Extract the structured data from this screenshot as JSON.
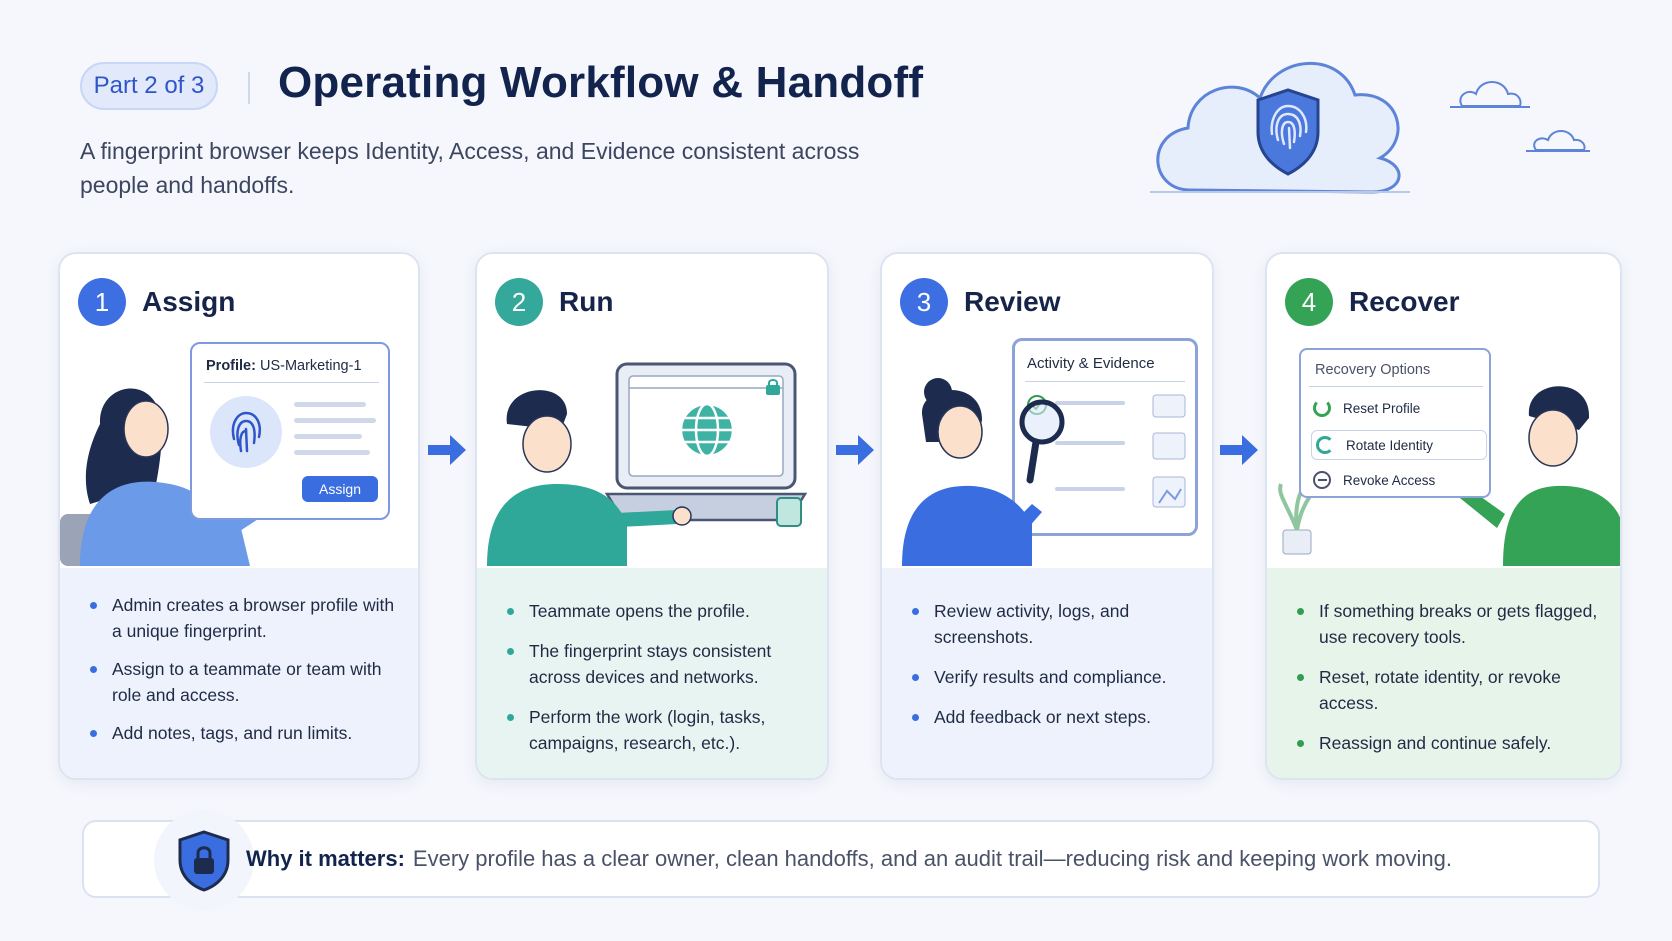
{
  "header": {
    "part": "Part 2 of 3",
    "title": "Operating Workflow & Handoff",
    "subtitle": "A fingerprint browser keeps Identity, Access, and Evidence consistent across people and handoffs."
  },
  "steps": [
    {
      "number": "1",
      "title": "Assign",
      "panel_label": "Profile:",
      "panel_value": "US-Marketing-1",
      "panel_button": "Assign",
      "bullets": [
        "Admin creates a browser profile with a unique fingerprint.",
        "Assign to a teammate or team with role and access.",
        "Add notes, tags, and run limits."
      ]
    },
    {
      "number": "2",
      "title": "Run",
      "bullets": [
        "Teammate opens the profile.",
        "The fingerprint stays consistent across devices and networks.",
        "Perform the work (login, tasks, campaigns, research, etc.)."
      ]
    },
    {
      "number": "3",
      "title": "Review",
      "panel_title": "Activity & Evidence",
      "bullets": [
        "Review activity, logs, and screenshots.",
        "Verify results and compliance.",
        "Add feedback or next steps."
      ]
    },
    {
      "number": "4",
      "title": "Recover",
      "panel_title": "Recovery Options",
      "options": [
        "Reset Profile",
        "Rotate Identity",
        "Revoke Access"
      ],
      "bullets": [
        "If something breaks or gets flagged, use recovery tools.",
        "Reset, rotate identity, or revoke access.",
        "Reassign and continue safely."
      ]
    }
  ],
  "footer": {
    "label": "Why it matters:",
    "text": "Every profile has a clear owner, clean handoffs, and an audit trail—reducing risk and keeping work moving."
  },
  "icons": [
    "shield-fingerprint-icon",
    "cloud-icon",
    "fingerprint-icon",
    "globe-icon",
    "lock-icon",
    "magnifier-icon",
    "reset-icon",
    "rotate-icon",
    "revoke-icon",
    "arrow-right-icon",
    "shield-lock-icon"
  ],
  "colors": {
    "navy": "#12244d",
    "blue": "#3a6ee0",
    "teal": "#2fa89a",
    "green": "#2f9e4f",
    "step1": "#3d6fe3",
    "step2": "#33a89b",
    "step3": "#3d6fe3",
    "step4": "#35a355"
  }
}
